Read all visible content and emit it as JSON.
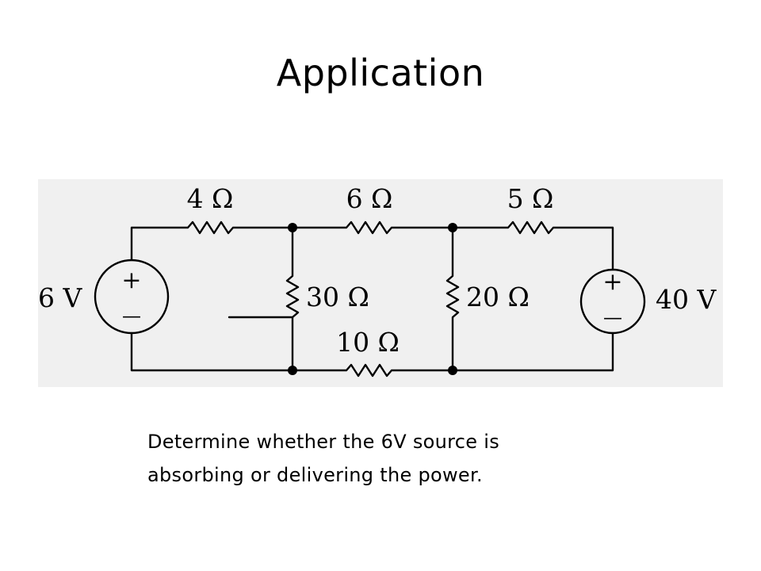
{
  "slide": {
    "title": "Application",
    "question_line1": "Determine whether the 6V source is",
    "question_line2": "absorbing or delivering the power."
  },
  "circuit": {
    "background": "#f0f0f0",
    "resistors": {
      "r_top_left": "4 Ω",
      "r_top_middle": "6 Ω",
      "r_top_right": "5 Ω",
      "r_shunt_left": "30 Ω",
      "r_shunt_right": "20 Ω",
      "r_bottom": "10 Ω"
    },
    "sources": {
      "left_label": "6 V",
      "right_label": "40 V",
      "plus": "+",
      "minus": "—"
    }
  }
}
